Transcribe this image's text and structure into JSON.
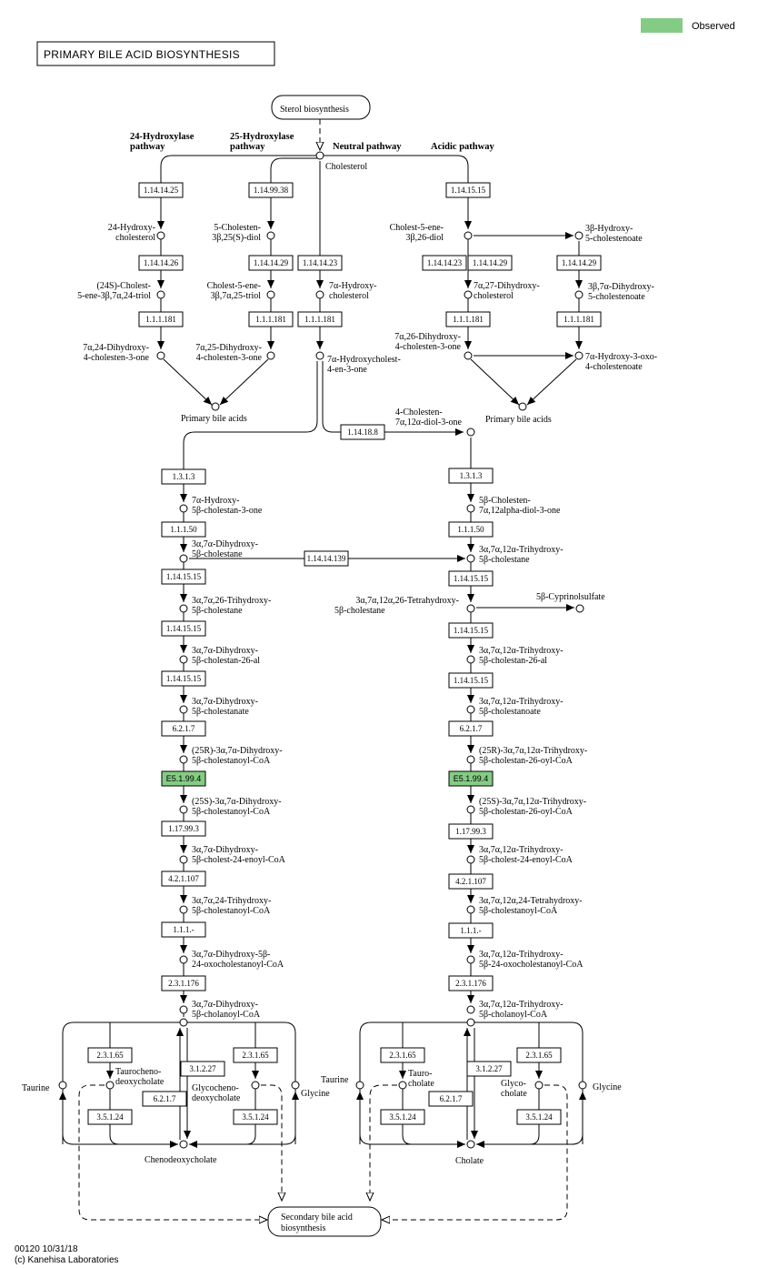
{
  "legend": {
    "label": "Observed",
    "color": "#84cc84"
  },
  "title": "PRIMARY BILE  ACID  BIOSYNTHESIS",
  "headers": {
    "h24a": "24-Hydroxylase",
    "h24b": "pathway",
    "h25a": "25-Hydroxylase",
    "h25b": "pathway",
    "neutral": "Neutral pathway",
    "acidic": "Acidic pathway"
  },
  "maps": {
    "sterol": "Sterol biosynthesis",
    "secondary_1": "Secondary bile acid",
    "secondary_2": "biosynthesis"
  },
  "compounds": {
    "cholesterol": "Cholesterol",
    "c24oh_1": "24-Hydroxy-",
    "c24oh_2": "cholesterol",
    "c25diol_1": "5-Cholesten-",
    "c25diol_2": "3β,25(S)-diol",
    "c7a_chol_1": "7α-Hydroxy-",
    "c7a_chol_2": "cholesterol",
    "c26diol_1": "Cholest-5-ene-",
    "c26diol_2": "3β,26-diol",
    "c3b_1": "3β-Hydroxy-",
    "c3b_2": "5-cholestenoate",
    "c24triol_1": "(24S)-Cholest-",
    "c24triol_2": "5-ene-3β,7α,24-triol",
    "c25triol_1": "Cholest-5-ene-",
    "c25triol_2": "3β,7α,25-triol",
    "c727_1": "7α,27-Dihydroxy-",
    "c727_2": "cholesterol",
    "c37_1": "3β,7α-Dihydroxy-",
    "c37_2": "5-cholestenoate",
    "c724one_1": "7α,24-Dihydroxy-",
    "c724one_2": "4-cholesten-3-one",
    "c725one_1": "7α,25-Dihydroxy-",
    "c725one_2": "4-cholesten-3-one",
    "c7aone_1": "7α-Hydroxycholest-",
    "c7aone_2": "4-en-3-one",
    "c726one_1": "7α,26-Dihydroxy-",
    "c726one_2": "4-cholesten-3-one",
    "c7oxo_1": "7α-Hydroxy-3-oxo-",
    "c7oxo_2": "4-cholestenoate",
    "pba_left": "Primary bile acids",
    "pba_right": "Primary bile acids",
    "c712one_1": "4-Cholesten-",
    "c712one_2": "7α,12α-diol-3-one",
    "L1_1": "7α-Hydroxy-",
    "L1_2": "5β-cholestan-3-one",
    "L2_1": "3α,7α-Dihydroxy-",
    "L2_2": "5β-cholestane",
    "L3_1": "3α,7α,26-Trihydroxy-",
    "L3_2": "5β-cholestane",
    "L4_1": "3α,7α-Dihydroxy-",
    "L4_2": "5β-cholestan-26-al",
    "L5_1": "3α,7α-Dihydroxy-",
    "L5_2": "5β-cholestanate",
    "L6_1": "(25R)-3α,7α-Dihydroxy-",
    "L6_2": "5β-cholestanoyl-CoA",
    "L7_1": "(25S)-3α,7α-Dihydroxy-",
    "L7_2": "5β-cholestanoyl-CoA",
    "L8_1": "3α,7α-Dihydroxy-",
    "L8_2": "5β-cholest-24-enoyl-CoA",
    "L9_1": "3α,7α,24-Trihydroxy-",
    "L9_2": "5β-cholestanoyl-CoA",
    "L10_1": "3α,7α-Dihydroxy-5β-",
    "L10_2": "24-oxocholestanoyl-CoA",
    "L11_1": "3α,7α-Dihydroxy-",
    "L11_2": "5β-cholanoyl-CoA",
    "R1_1": "5β-Cholesten-",
    "R1_2": "7α,12alpha-diol-3-one",
    "R2_1": "3α,7α,12α-Trihydroxy-",
    "R2_2": "5β-cholestane",
    "R3_1": "3α,7α,12α,26-Tetrahydroxy-",
    "R3_2": "5β-cholestane",
    "cyprinol": "5β-Cyprinolsulfate",
    "R4_1": "3α,7α,12α-Trihydroxy-",
    "R4_2": "5β-cholestan-26-al",
    "R5_1": "3α,7α,12α-Trihydroxy-",
    "R5_2": "5β-cholestanoate",
    "R6_1": "(25R)-3α,7α,12α-Trihydroxy-",
    "R6_2": "5β-cholestan-26-oyl-CoA",
    "R7_1": "(25S)-3α,7α,12α-Trihydroxy-",
    "R7_2": "5β-cholestan-26-oyl-CoA",
    "R8_1": "3α,7α,12α-Trihydroxy-",
    "R8_2": "5β-cholest-24-enoyl-CoA",
    "R9_1": "3α,7α,12α,24-Tetrahydroxy-",
    "R9_2": "5β-cholestanoyl-CoA",
    "R10_1": "3α,7α,12α-Trihydroxy-",
    "R10_2": "5β-24-oxocholestanoyl-CoA",
    "R11_1": "3α,7α,12α-Trihydroxy-",
    "R11_2": "5β-cholanoyl-CoA",
    "taurine_l": "Taurine",
    "glycine_l": "Glycine",
    "tcdc_1": "Taurocheno-",
    "tcdc_2": "deoxycholate",
    "gcdc_1": "Glycocheno-",
    "gcdc_2": "deoxycholate",
    "cdc": "Chenodeoxycholate",
    "taurine_r": "Taurine",
    "glycine_r": "Glycine",
    "tc_1": "Tauro-",
    "tc_2": "cholate",
    "gc_1": "Glyco-",
    "gc_2": "cholate",
    "cholate": "Cholate"
  },
  "enzymes": {
    "e_24a": "1.14.14.25",
    "e_25a": "1.14.99.38",
    "e_acid1": "1.14.15.15",
    "e_24b": "1.14.14.26",
    "e_25b": "1.14.14.29",
    "e_neu": "1.14.14.23",
    "e_acid2a": "1.14.14.23",
    "e_acid2b": "1.14.14.29",
    "e_acid3": "1.14.14.29",
    "e_24c": "1.1.1.181",
    "e_25c": "1.1.1.181",
    "e_neu2": "1.1.1.181",
    "e_acid4": "1.1.1.181",
    "e_acid5": "1.1.1.181",
    "e_12a": "1.14.18.8",
    "e_cross": "1.14.14.139",
    "L_e1": "1.3.1.3",
    "L_e2": "1.1.1.50",
    "L_e3": "1.14.15.15",
    "L_e4": "1.14.15.15",
    "L_e5": "1.14.15.15",
    "L_e6": "6.2.1.7",
    "L_e7": "E5.1.99.4",
    "L_e8": "1.17.99.3",
    "L_e9": "4.2.1.107",
    "L_e10": "1.1.1.-",
    "L_e11": "2.3.1.176",
    "R_e1": "1.3.1.3",
    "R_e2": "1.1.1.50",
    "R_e3": "1.14.15.15",
    "R_e4": "1.14.15.15",
    "R_e5": "1.14.15.15",
    "R_e6": "6.2.1.7",
    "R_e7": "E5.1.99.4",
    "R_e8": "1.17.99.3",
    "R_e9": "4.2.1.107",
    "R_e10": "1.1.1.-",
    "R_e11": "2.3.1.176",
    "Lb_1": "2.3.1.65",
    "Lb_2": "3.5.1.24",
    "Lb_3": "3.1.2.27",
    "Lb_4": "6.2.1.7",
    "Lb_5": "2.3.1.65",
    "Lb_6": "3.5.1.24",
    "Rb_1": "2.3.1.65",
    "Rb_2": "3.5.1.24",
    "Rb_3": "3.1.2.27",
    "Rb_4": "6.2.1.7",
    "Rb_5": "2.3.1.65",
    "Rb_6": "3.5.1.24"
  },
  "observed_enzymes": [
    "L_e7",
    "R_e7"
  ],
  "footer": {
    "code": "00120 10/31/18",
    "copyright": "(c) Kanehisa Laboratories"
  }
}
